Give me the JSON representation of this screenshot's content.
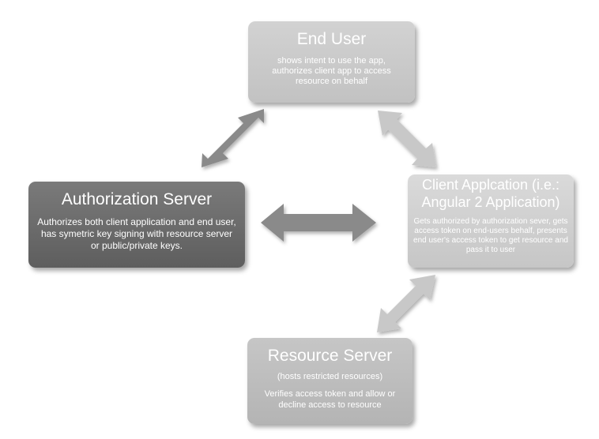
{
  "nodes": {
    "end_user": {
      "title": "End User",
      "description": "shows intent to use the app, authorizes client app to access resource on behalf"
    },
    "authorization_server": {
      "title": "Authorization Server",
      "description": "Authorizes both client application and end user, has symetric key signing with resource server or public/private keys."
    },
    "client_application": {
      "title": "Client Applcation (i.e.: Angular 2 Application)",
      "description": "Gets authorized by authorization sever, gets access token on end-users behalf, presents end user's access token to get resource and pass it to user"
    },
    "resource_server": {
      "title": "Resource Server",
      "subtitle": "(hosts restricted resources)",
      "description": "Verifies access token and allow or decline access to resource"
    }
  },
  "colors": {
    "dark_arrow": "#8a8a8a",
    "light_arrow": "#c8c8c8",
    "auth_server_fill": "#6b6b6b",
    "light_box_fill": "#cccccc"
  },
  "connections": [
    {
      "from": "end_user",
      "to": "authorization_server",
      "style": "double-arrow"
    },
    {
      "from": "end_user",
      "to": "client_application",
      "style": "double-arrow"
    },
    {
      "from": "authorization_server",
      "to": "client_application",
      "style": "double-arrow"
    },
    {
      "from": "client_application",
      "to": "resource_server",
      "style": "double-arrow"
    }
  ]
}
